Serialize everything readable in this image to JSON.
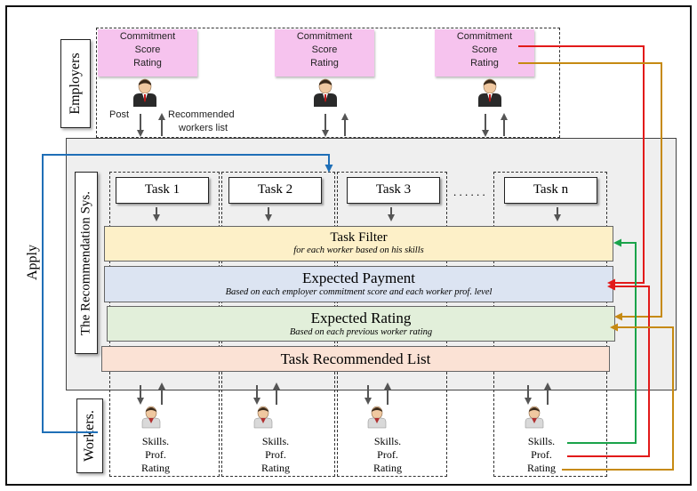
{
  "employers": {
    "label": "Employers",
    "notes": [
      {
        "lines": [
          "Commitment",
          "Score",
          "Rating"
        ]
      },
      {
        "lines": [
          "Commitment",
          "Score",
          "Rating"
        ]
      },
      {
        "lines": [
          "Commitment",
          "Score",
          "Rating"
        ]
      }
    ],
    "post_label": "Post",
    "recommended_label_1": "Recommended",
    "recommended_label_2": "workers list"
  },
  "system": {
    "label": "The Recommendation Sys.",
    "tasks": [
      "Task 1",
      "Task 2",
      "Task 3",
      "Task n"
    ],
    "ellipsis": ". . . . . .",
    "task_filter": {
      "title": "Task Filter",
      "subtitle": "for each worker based on his skills"
    },
    "expected_payment": {
      "title": "Expected Payment",
      "subtitle": "Based on each employer commitment score and each worker prof. level"
    },
    "expected_rating": {
      "title": "Expected Rating",
      "subtitle": "Based on each previous worker rating"
    },
    "recommended_list": {
      "title": "Task Recommended List"
    }
  },
  "apply_label": "Apply",
  "workers": {
    "label": "Workers.",
    "items": [
      {
        "lines": [
          "Skills.",
          "Prof.",
          "Rating"
        ]
      },
      {
        "lines": [
          "Skills.",
          "Prof.",
          "Rating"
        ]
      },
      {
        "lines": [
          "Skills.",
          "Prof.",
          "Rating"
        ]
      },
      {
        "lines": [
          "Skills.",
          "Prof.",
          "Rating"
        ]
      }
    ]
  },
  "colors": {
    "task_filter_bg": "#fdf0c8",
    "expected_payment_bg": "#dce4f2",
    "expected_rating_bg": "#e2efda",
    "recommended_list_bg": "#fbe2d5",
    "note_bg": "#f6c3ee",
    "apply_arrow": "#1f6fb7",
    "skills_arrow": "#1aa34a",
    "prof_arrow": "#e21a1a",
    "rating_arrow": "#c68a12"
  }
}
